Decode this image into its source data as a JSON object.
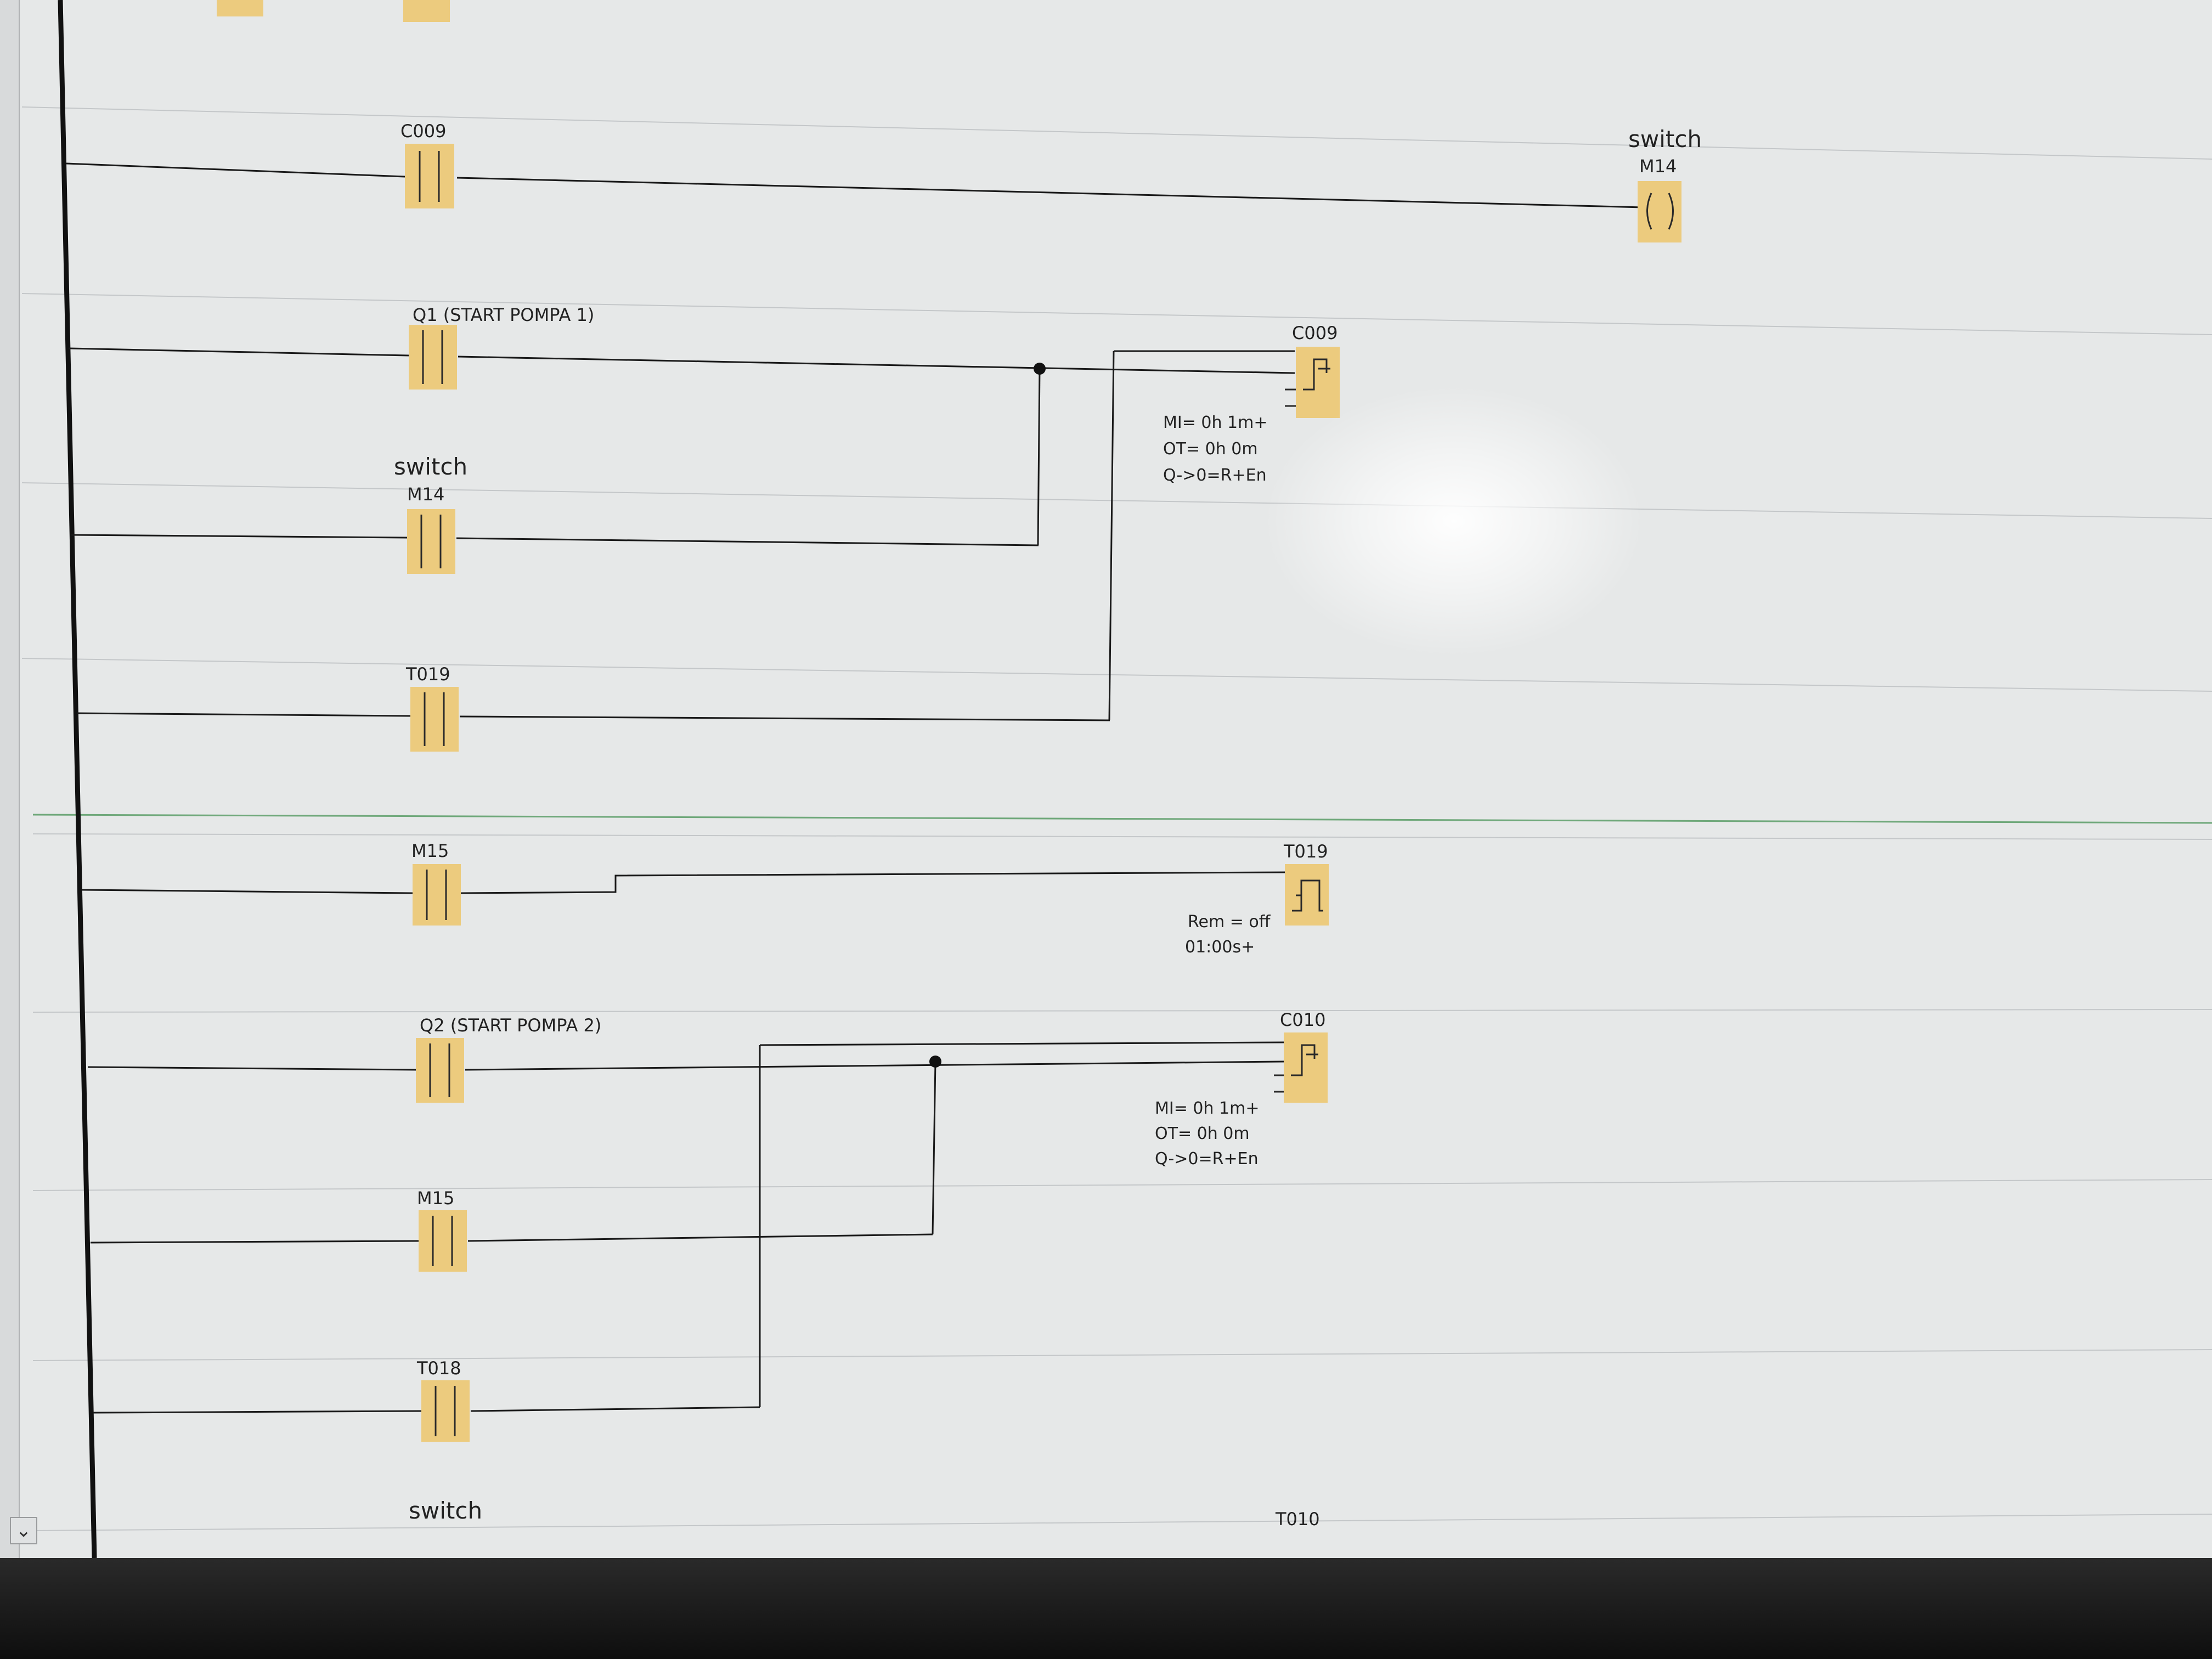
{
  "network1": {
    "contact": "C009",
    "coil_name": "switch",
    "coil": "M14"
  },
  "network2": {
    "contact_q1": "Q1 (START POMPA 1)",
    "contact_m14_name": "switch",
    "contact_m14": "M14",
    "contact_t019": "T019",
    "counter": "C009",
    "counter_params": [
      "MI=  0h 1m+",
      "OT=   0h 0m",
      "Q->0=R+En"
    ]
  },
  "network3": {
    "contact": "M15",
    "timer": "T019",
    "timer_params": [
      "Rem = off",
      "01:00s+"
    ]
  },
  "network4": {
    "contact_q2": "Q2 (START POMPA 2)",
    "contact_m15": "M15",
    "contact_t018": "T018",
    "counter": "C010",
    "counter_params": [
      "MI=  0h 1m+",
      "OT=   0h 0m",
      "Q->0=R+En"
    ]
  },
  "network5": {
    "contact_name": "switch",
    "timer_partial": "T010"
  },
  "icons": {
    "scroll_down": "⌄"
  },
  "colors": {
    "block_fill": "#eccb7e",
    "wire": "#1a1a1a",
    "background": "#e6e8e8"
  }
}
